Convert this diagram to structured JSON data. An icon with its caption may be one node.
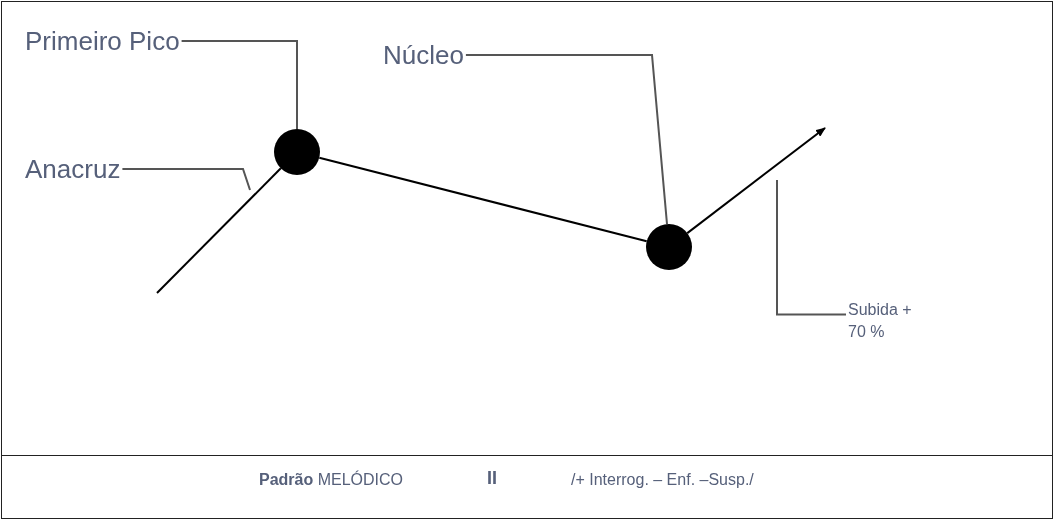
{
  "diagram": {
    "nodes": [
      {
        "text": [
          "Primeiro Pico"
        ]
      },
      {
        "text": [
          "Núcleo"
        ]
      },
      {
        "text": [
          "Anacruz"
        ]
      },
      {
        "text": [
          "Subida + 70 %"
        ]
      },
      {
        "text": [],
        "shape": "circle"
      },
      {
        "text": [],
        "shape": "circle"
      },
      {
        "text": [
          "**Padrão** MELÓDICO",
          "II",
          "/+ Interrog. – Enf. –Susp./"
        ]
      }
    ],
    "edges": [
      {
        "from": 0,
        "to": 4,
        "arrow": "none"
      },
      {
        "from": 1,
        "to": 5,
        "arrow": "none"
      },
      {
        "from": 2,
        "to": null,
        "arrow": "none"
      },
      {
        "from": 3,
        "to": null,
        "arrow": "none"
      },
      {
        "from": null,
        "to": 4,
        "arrow": "none",
        "color": "#000000"
      },
      {
        "from": 4,
        "to": 5,
        "arrow": "none",
        "color": "#000000"
      },
      {
        "from": 5,
        "to": null,
        "arrow": "to",
        "color": "#000000"
      }
    ]
  }
}
